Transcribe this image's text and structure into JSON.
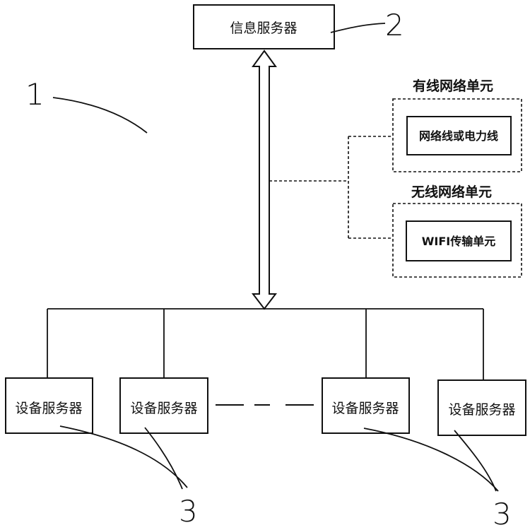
{
  "info_server": {
    "label": "信息服务器",
    "ref": "2"
  },
  "system_ref": "1",
  "wired_unit": {
    "title": "有线网络单元",
    "inner_label": "网络线或电力线"
  },
  "wireless_unit": {
    "title": "无线网络单元",
    "inner_label": "WIFI传输单元"
  },
  "device_servers": [
    {
      "label": "设备服务器"
    },
    {
      "label": "设备服务器"
    },
    {
      "label": "设备服务器"
    },
    {
      "label": "设备服务器"
    }
  ],
  "device_refs": [
    "3",
    "3"
  ],
  "colors": {
    "line": "#111111",
    "background": "#ffffff"
  }
}
